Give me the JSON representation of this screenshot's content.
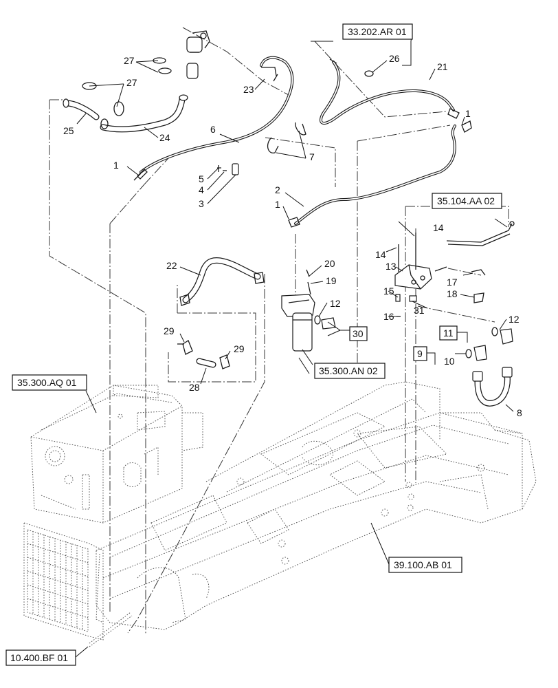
{
  "references": [
    {
      "id": "ref-33-202-ar-01",
      "text": "33.202.AR 01"
    },
    {
      "id": "ref-35-104-aa-02",
      "text": "35.104.AA 02"
    },
    {
      "id": "ref-35-300-an-02",
      "text": "35.300.AN 02"
    },
    {
      "id": "ref-35-300-aq-01",
      "text": "35.300.AQ 01"
    },
    {
      "id": "ref-39-100-ab-01",
      "text": "39.100.AB 01"
    },
    {
      "id": "ref-10-400-bf-01",
      "text": "10.400.BF 01"
    }
  ],
  "callouts": {
    "c1a": "1",
    "c1b": "1",
    "c1c": "1",
    "c2": "2",
    "c3": "3",
    "c4": "4",
    "c5": "5",
    "c6": "6",
    "c7": "7",
    "c8": "8",
    "c9": "9",
    "c10": "10",
    "c11": "11",
    "c12a": "12",
    "c12b": "12",
    "c13": "13",
    "c14a": "14",
    "c14b": "14",
    "c15": "15",
    "c16": "16",
    "c17": "17",
    "c18": "18",
    "c19": "19",
    "c20": "20",
    "c21": "21",
    "c22": "22",
    "c23": "23",
    "c24": "24",
    "c25": "25",
    "c26": "26",
    "c27a": "27",
    "c27b": "27",
    "c28": "28",
    "c29a": "29",
    "c29b": "29",
    "c30": "30",
    "c31": "31"
  }
}
